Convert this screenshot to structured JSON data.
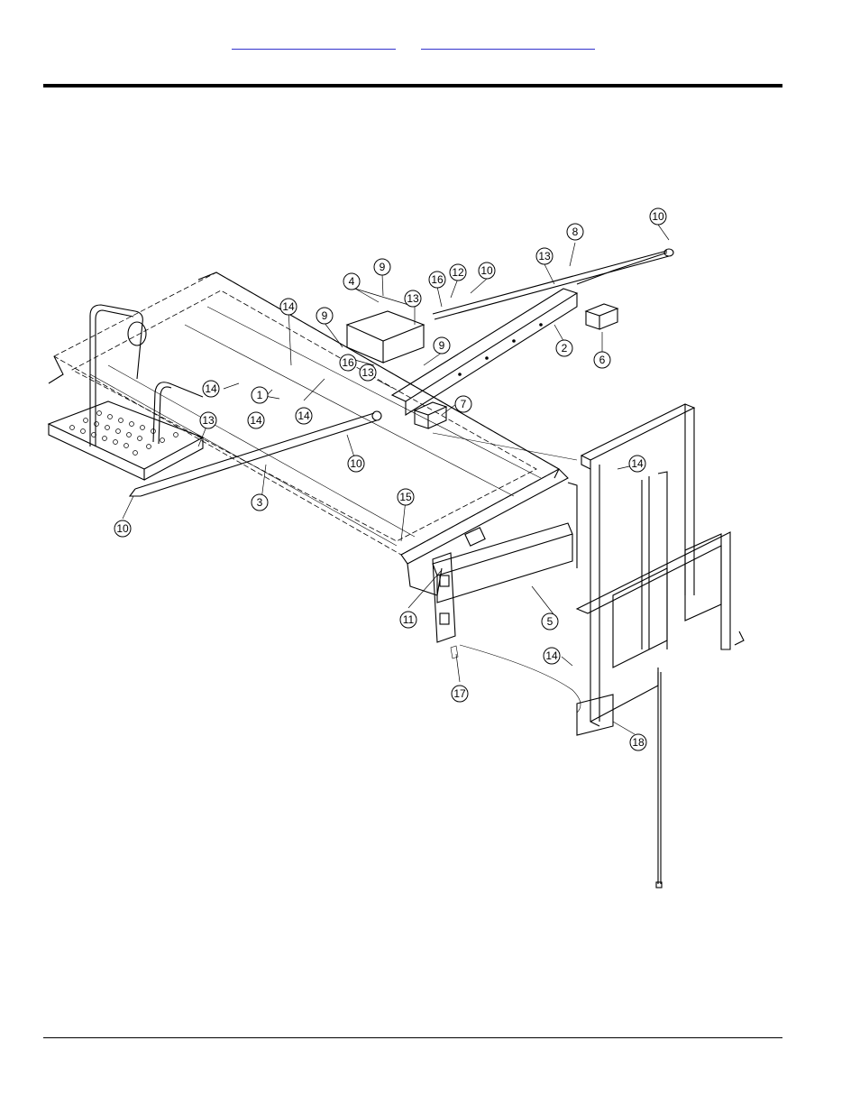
{
  "header": {
    "links": [
      {
        "label": ""
      },
      {
        "label": ""
      }
    ]
  },
  "diagram": {
    "callouts": [
      {
        "id": "1"
      },
      {
        "id": "2"
      },
      {
        "id": "3"
      },
      {
        "id": "4"
      },
      {
        "id": "5"
      },
      {
        "id": "6"
      },
      {
        "id": "7"
      },
      {
        "id": "8"
      },
      {
        "id": "9"
      },
      {
        "id": "9"
      },
      {
        "id": "9"
      },
      {
        "id": "10"
      },
      {
        "id": "10"
      },
      {
        "id": "10"
      },
      {
        "id": "10"
      },
      {
        "id": "11"
      },
      {
        "id": "12"
      },
      {
        "id": "13"
      },
      {
        "id": "13"
      },
      {
        "id": "13"
      },
      {
        "id": "13"
      },
      {
        "id": "14"
      },
      {
        "id": "14"
      },
      {
        "id": "14"
      },
      {
        "id": "14"
      },
      {
        "id": "14"
      },
      {
        "id": "14"
      },
      {
        "id": "15"
      },
      {
        "id": "16"
      },
      {
        "id": "16"
      },
      {
        "id": "17"
      },
      {
        "id": "18"
      }
    ]
  }
}
